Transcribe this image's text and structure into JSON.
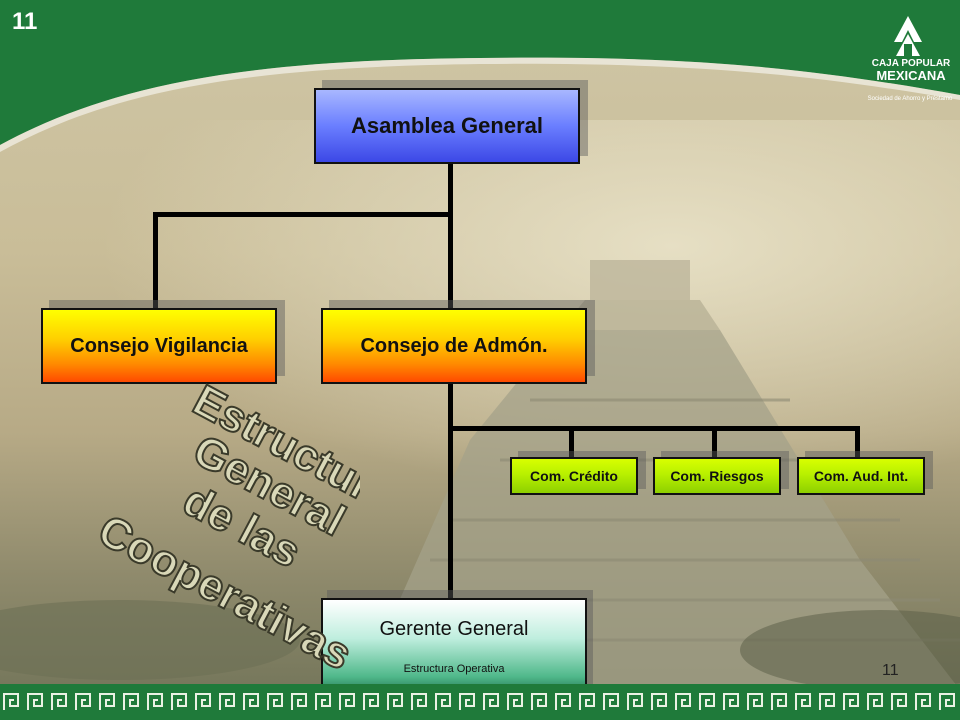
{
  "slide": {
    "number_top": "11",
    "number_bottom": "11"
  },
  "logo": {
    "line1": "CAJA POPULAR",
    "line2": "MEXICANA",
    "tagline": "Sociedad de Ahorro y Préstamo"
  },
  "org": {
    "top": "Asamblea General",
    "consejo_vigilancia": "Consejo Vigilancia",
    "consejo_admon": "Consejo de Admón.",
    "comites": [
      "Com. Crédito",
      "Com. Riesgos",
      "Com. Aud. Int."
    ],
    "gerente": {
      "title": "Gerente General",
      "subtitle": "Estructura Operativa"
    }
  },
  "wordart": {
    "lines": [
      "Estructura",
      "General",
      "de las",
      "Cooperativas"
    ]
  },
  "colors": {
    "header_green": "#1f7a3a",
    "asamblea_blue": "#5a6cff",
    "consejo_orange": "#ff9a00",
    "comite_lime": "#b8f000",
    "gerente_teal": "#2f8f63"
  }
}
